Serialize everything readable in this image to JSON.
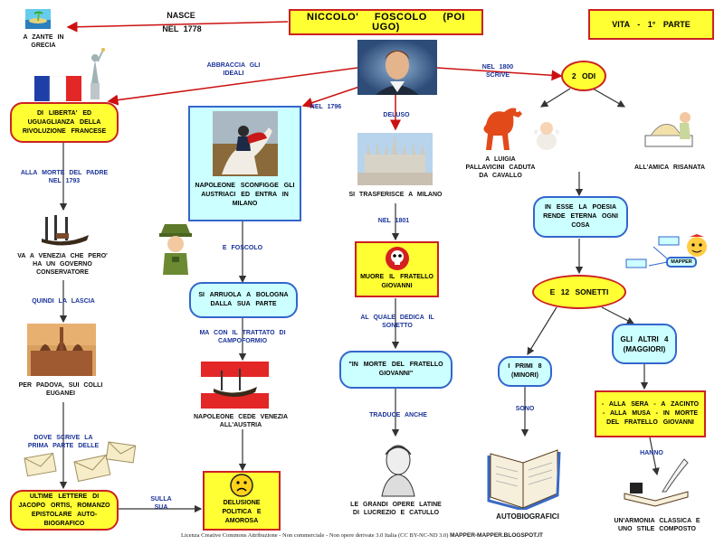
{
  "nodes": {
    "title": "NICCOLO'   FOSCOLO   (POI  UGO)",
    "vita": "VITA  -  1°  PARTE",
    "nasce": "NASCE",
    "nel1778": "NEL  1778",
    "zante": "A  ZANTE  IN GRECIA",
    "ideali": "DI  LIBERTA'  ED  UGUAGLIANZA  DELLA  RIVOLUZIONE  FRANCESE",
    "napoleone": "NAPOLEONE  SCONFIGGE GLI  AUSTRIACI  ED  ENTRA  IN  MILANO",
    "milano": "SI  TRASFERISCE  A  MILANO",
    "due_odi": "2  ODI",
    "pallavicini": "A  LUIGIA  PALLAVICINI CADUTA  DA  CAVALLO",
    "amica": "ALL'AMICA  RISANATA",
    "venezia": "VA  A  VENEZIA  CHE  PERO' HA  UN  GOVERNO CONSERVATORE",
    "bologna": "SI  ARRUOLA  A  BOLOGNA DALLA  SUA  PARTE",
    "fratello": "MUORE  IL  FRATELLO GIOVANNI",
    "poesia": "IN  ESSE  LA  POESIA RENDE  ETERNA  OGNI COSA",
    "sonetti": "E  12  SONETTI",
    "padova": "PER  PADOVA,  SUI  COLLI EUGANEI",
    "cede": "NAPOLEONE  CEDE VENEZIA  ALL'AUSTRIA",
    "in_morte": "\"IN  MORTE  DEL FRATELLO  GIOVANNI\"",
    "minori": "I  PRIMI  8 (MINORI)",
    "maggiori": "GLI  ALTRI  4 (MAGGIORI)",
    "zacinto": "-  ALLA  SERA  -  A ZACINTO  -  ALLA  MUSA  - IN  MORTE  DEL FRATELLO  GIOVANNI",
    "ortis": "ULTIME  LETTERE  DI JACOPO  ORTIS, ROMANZO  EPISTOLARE AUTO-BIOGRAFICO",
    "delusione": "DELUSIONE POLITICA  E AMOROSA",
    "grandi": "LE  GRANDI  OPERE LATINE  DI  LUCREZIO  E CATULLO",
    "autobiografici": "AUTOBIOGRAFICI",
    "armonia": "UN'ARMONIA  CLASSICA E  UNO  STILE  COMPOSTO",
    "mapper": "MAPPER"
  },
  "links": {
    "abbraccia": "ABBRACCIA GLI  IDEALI",
    "nel1796": "NEL  1796",
    "deluso": "DELUSO",
    "nel1800": "NEL  1800 SCRIVE",
    "morte_padre": "ALLA  MORTE  DEL  PADRE NEL  1793",
    "e_foscolo": "E  FOSCOLO",
    "nel1801": "NEL  1801",
    "quindi": "QUINDI  LA  LASCIA",
    "ma_con": "MA  CON  IL  TRATTATO DI  CAMPOFORMIO",
    "al_quale": "AL  QUALE  DEDICA IL  SONETTO",
    "dove": "DOVE  SCRIVE  LA PRIMA  PARTE  DELLE",
    "traduce": "TRADUCE  ANCHE",
    "sono": "SONO",
    "hanno": "HANNO",
    "sulla": "SULLA SUA"
  },
  "footer": {
    "license": "Licenza Creative Commons Attribuzione - Non commerciale - Non opere derivate 3.0 Italia (CC BY-NC-ND 3.0)",
    "site": "MAPPER-MAPPER.BLOGSPOT.IT"
  },
  "colors": {
    "yellow": "#ffff33",
    "cyan": "#ccffff",
    "border_red": "#cc2222",
    "arrow_red": "#cc1111",
    "label_blue": "#1a3399"
  }
}
